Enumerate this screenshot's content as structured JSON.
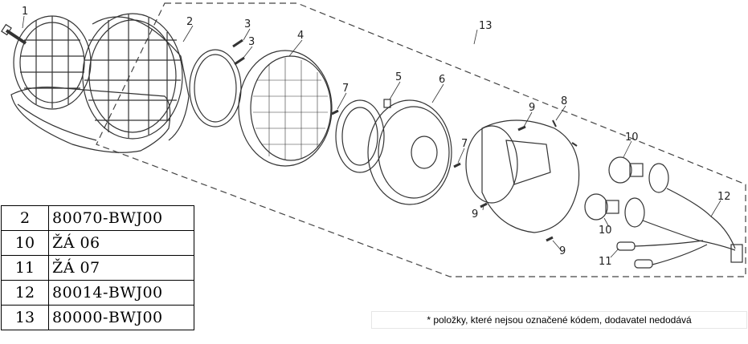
{
  "callouts": {
    "c1": "1",
    "c2": "2",
    "c3a": "3",
    "c3b": "3",
    "c4": "4",
    "c5": "5",
    "c6": "6",
    "c7a": "7",
    "c7b": "7",
    "c8": "8",
    "c9a": "9",
    "c9b": "9",
    "c9c": "9",
    "c10a": "10",
    "c10b": "10",
    "c11": "11",
    "c12": "12",
    "c13": "13"
  },
  "parts_table": [
    {
      "num": "2",
      "code": "80070-BWJ00"
    },
    {
      "num": "10",
      "code": "ŽÁ 06"
    },
    {
      "num": "11",
      "code": "ŽÁ 07"
    },
    {
      "num": "12",
      "code": "80014-BWJ00"
    },
    {
      "num": "13",
      "code": "80000-BWJ00"
    }
  ],
  "note": "* položky, které nejsou označené kódem, dodavatel nedodává",
  "colors": {
    "line": "#333333",
    "paper": "#ffffff"
  }
}
